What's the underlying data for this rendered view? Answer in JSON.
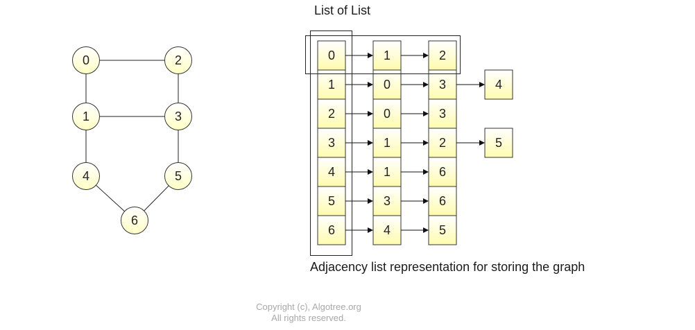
{
  "headings": {
    "list_of_list": "List of List",
    "caption": "Adjacency list representation for storing the graph"
  },
  "copyright": {
    "line1": "Copyright (c), Algotree.org",
    "line2": "All rights reserved."
  },
  "colors": {
    "node_fill": "#ffffc4",
    "node_fill_highlight": "#ffffff",
    "cell_fill": "#fffbae",
    "cell_fill_highlight": "#ffffff",
    "stroke": "#333333",
    "copyright_text": "#a8a8a8"
  },
  "graph": {
    "nodes": [
      "0",
      "1",
      "2",
      "3",
      "4",
      "5",
      "6"
    ],
    "edges": [
      [
        "0",
        "2"
      ],
      [
        "0",
        "1"
      ],
      [
        "2",
        "3"
      ],
      [
        "1",
        "3"
      ],
      [
        "1",
        "4"
      ],
      [
        "3",
        "5"
      ],
      [
        "4",
        "6"
      ],
      [
        "5",
        "6"
      ]
    ]
  },
  "adjacency": {
    "rows": [
      {
        "vertex": "0",
        "neighbors": [
          "1",
          "2"
        ]
      },
      {
        "vertex": "1",
        "neighbors": [
          "0",
          "3",
          "4"
        ]
      },
      {
        "vertex": "2",
        "neighbors": [
          "0",
          "3"
        ]
      },
      {
        "vertex": "3",
        "neighbors": [
          "1",
          "2",
          "5"
        ]
      },
      {
        "vertex": "4",
        "neighbors": [
          "1",
          "6"
        ]
      },
      {
        "vertex": "5",
        "neighbors": [
          "3",
          "6"
        ]
      },
      {
        "vertex": "6",
        "neighbors": [
          "4",
          "5"
        ]
      }
    ]
  }
}
